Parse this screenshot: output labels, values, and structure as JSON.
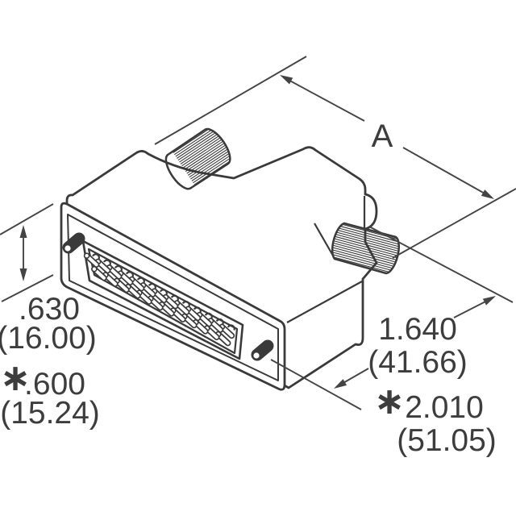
{
  "figure": {
    "dimensions": {
      "overall": {
        "label": "A"
      },
      "height": {
        "inch": ".630",
        "metric": "(16.00)"
      },
      "mount_height": {
        "star": "∗",
        "inch": ".600",
        "metric": "(15.24)"
      },
      "body_length": {
        "inch": "1.640",
        "metric": "(41.66)"
      },
      "screw_spacing": {
        "star": "∗",
        "inch": "2.010",
        "metric": "(51.05)"
      }
    },
    "pins": {
      "top_ring_row": 13,
      "middle_row": 13,
      "bottom_row": 12
    },
    "colors": {
      "line": "#3a3a3a",
      "dim_line": "#444444",
      "text": "#3d3d3d",
      "background": "#ffffff"
    }
  }
}
